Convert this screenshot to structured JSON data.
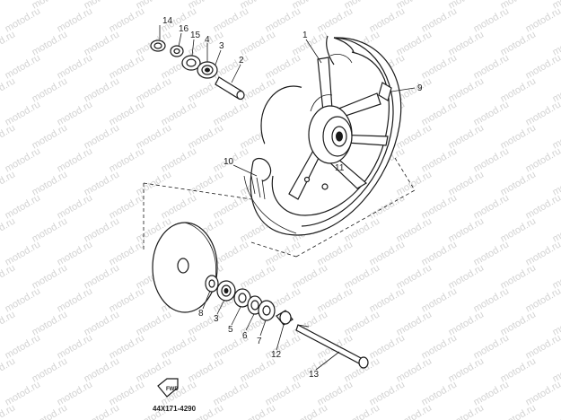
{
  "diagram": {
    "watermark_text": "motod.ru",
    "part_code": "44X171-4290",
    "arrow_label": "FWD",
    "callouts": {
      "c1": "1",
      "c2": "2",
      "c3a": "3",
      "c4": "4",
      "c15": "15",
      "c16": "16",
      "c14": "14",
      "c9": "9",
      "c10": "10",
      "c11": "11",
      "c8": "8",
      "c3b": "3",
      "c5": "5",
      "c6": "6",
      "c7": "7",
      "c12": "12",
      "c13": "13"
    }
  }
}
